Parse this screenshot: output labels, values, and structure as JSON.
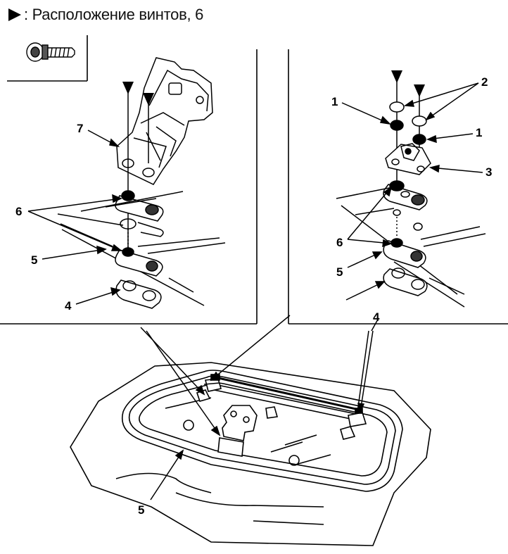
{
  "header": {
    "marker_icon": "solid-right-triangle-icon",
    "text": ": Расположение винтов, 6"
  },
  "callouts": {
    "left_panel": {
      "seven": "7",
      "six": "6",
      "five": "5",
      "four": "4"
    },
    "right_panel": {
      "one_top": "1",
      "two": "2",
      "one_right": "1",
      "three": "3",
      "six": "6",
      "five": "5",
      "four": "4"
    },
    "main_view": {
      "five": "5"
    }
  },
  "colors": {
    "line": "#000000",
    "background": "#ffffff"
  }
}
